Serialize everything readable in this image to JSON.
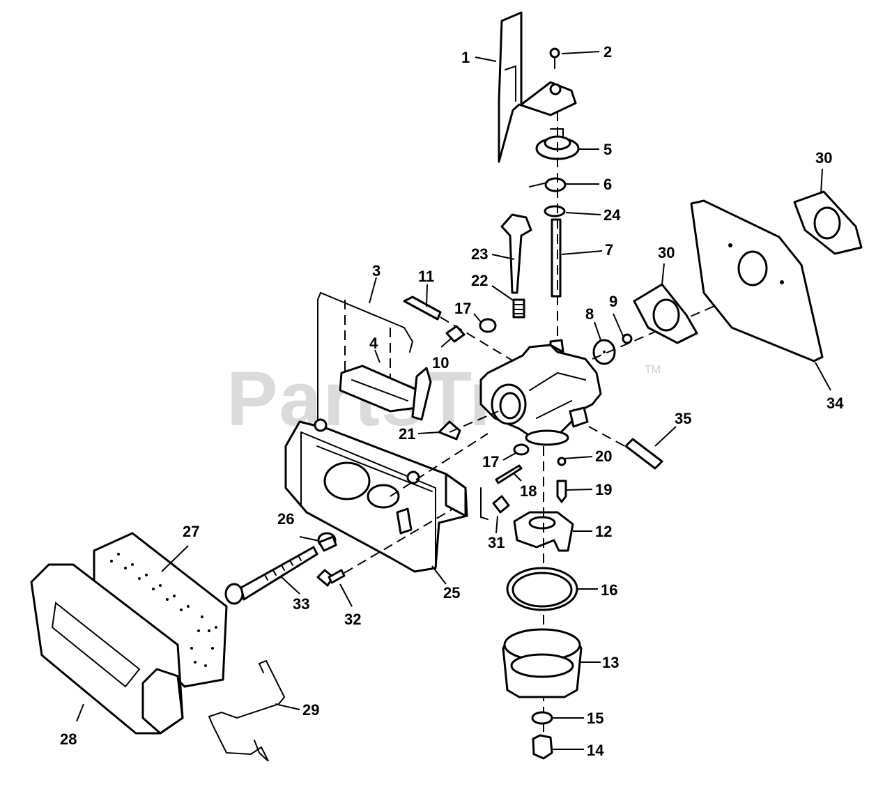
{
  "watermark": {
    "text": "PartsTree",
    "trademark": "TM"
  },
  "callouts": {
    "p1": "1",
    "p2": "2",
    "p3": "3",
    "p4": "4",
    "p5": "5",
    "p6": "6",
    "p7": "7",
    "p8": "8",
    "p9": "9",
    "p10": "10",
    "p11": "11",
    "p12": "12",
    "p13": "13",
    "p14": "14",
    "p15": "15",
    "p16": "16",
    "p17a": "17",
    "p17b": "17",
    "p18": "18",
    "p19": "19",
    "p20": "20",
    "p21": "21",
    "p22": "22",
    "p23": "23",
    "p24": "24",
    "p25": "25",
    "p26": "26",
    "p27": "27",
    "p28": "28",
    "p29": "29",
    "p30a": "30",
    "p30b": "30",
    "p31": "31",
    "p32": "32",
    "p33": "33",
    "p34": "34",
    "p35": "35"
  },
  "colors": {
    "ink": "#000000",
    "paper": "#ffffff",
    "watermark": "#bdbdbd"
  }
}
